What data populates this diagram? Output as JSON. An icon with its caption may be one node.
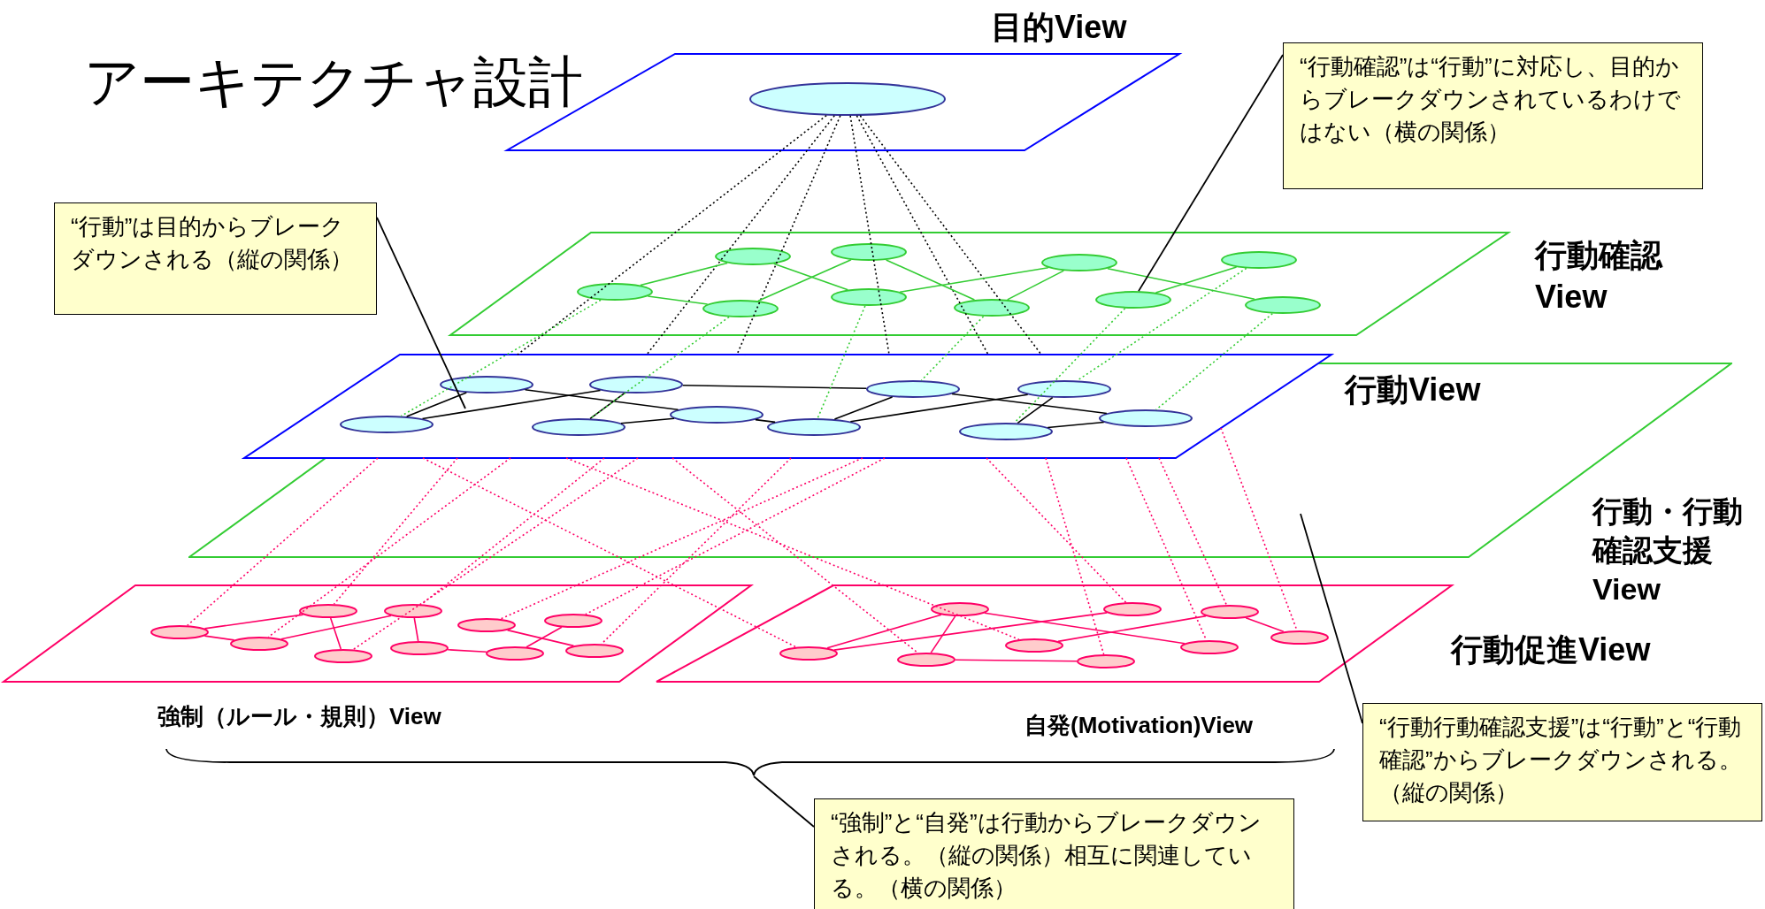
{
  "diagram": {
    "title": "アーキテクチャ設計",
    "nodes": [
      {
        "text": [
          "目的View"
        ]
      },
      {
        "text": [],
        "shape": "ellipse",
        "in": 0
      },
      {
        "text": [
          "行動確認View"
        ]
      },
      {
        "text": [],
        "shape": "ellipse",
        "in": 2
      },
      {
        "text": [],
        "shape": "ellipse",
        "in": 2
      },
      {
        "text": [],
        "shape": "ellipse",
        "in": 2
      },
      {
        "text": [],
        "shape": "ellipse",
        "in": 2
      },
      {
        "text": [],
        "shape": "ellipse",
        "in": 2
      },
      {
        "text": [],
        "shape": "ellipse",
        "in": 2
      },
      {
        "text": [],
        "shape": "ellipse",
        "in": 2
      },
      {
        "text": [],
        "shape": "ellipse",
        "in": 2
      },
      {
        "text": [],
        "shape": "ellipse",
        "in": 2
      },
      {
        "text": [],
        "shape": "ellipse",
        "in": 2
      },
      {
        "text": [
          "行動View"
        ]
      },
      {
        "text": [],
        "shape": "ellipse",
        "in": 13
      },
      {
        "text": [],
        "shape": "ellipse",
        "in": 13
      },
      {
        "text": [],
        "shape": "ellipse",
        "in": 13
      },
      {
        "text": [],
        "shape": "ellipse",
        "in": 13
      },
      {
        "text": [],
        "shape": "ellipse",
        "in": 13
      },
      {
        "text": [],
        "shape": "ellipse",
        "in": 13
      },
      {
        "text": [],
        "shape": "ellipse",
        "in": 13
      },
      {
        "text": [],
        "shape": "ellipse",
        "in": 13
      },
      {
        "text": [],
        "shape": "ellipse",
        "in": 13
      },
      {
        "text": [],
        "shape": "ellipse",
        "in": 13
      },
      {
        "text": [
          "強制（ルール・規則）View"
        ]
      },
      {
        "text": [],
        "shape": "ellipse",
        "in": 24
      },
      {
        "text": [],
        "shape": "ellipse",
        "in": 24
      },
      {
        "text": [],
        "shape": "ellipse",
        "in": 24
      },
      {
        "text": [],
        "shape": "ellipse",
        "in": 24
      },
      {
        "text": [],
        "shape": "ellipse",
        "in": 24
      },
      {
        "text": [],
        "shape": "ellipse",
        "in": 24
      },
      {
        "text": [],
        "shape": "ellipse",
        "in": 24
      },
      {
        "text": [],
        "shape": "ellipse",
        "in": 24
      },
      {
        "text": [],
        "shape": "ellipse",
        "in": 24
      },
      {
        "text": [],
        "shape": "ellipse",
        "in": 24
      },
      {
        "text": [
          "自発(Motivation)View"
        ]
      },
      {
        "text": [],
        "shape": "ellipse",
        "in": 35
      },
      {
        "text": [],
        "shape": "ellipse",
        "in": 35
      },
      {
        "text": [],
        "shape": "ellipse",
        "in": 35
      },
      {
        "text": [],
        "shape": "ellipse",
        "in": 35
      },
      {
        "text": [],
        "shape": "ellipse",
        "in": 35
      },
      {
        "text": [],
        "shape": "ellipse",
        "in": 35
      },
      {
        "text": [],
        "shape": "ellipse",
        "in": 35
      },
      {
        "text": [],
        "shape": "ellipse",
        "in": 35
      },
      {
        "text": [],
        "shape": "ellipse",
        "in": 35
      },
      {
        "text": [
          "“行動”は目的からブレークダウンされる（縦の関係）"
        ]
      },
      {
        "text": [
          "“行動確認”は“行動”に対応し、目的からブレークダウンされているわけではない（横の関係）"
        ]
      },
      {
        "text": [
          "“行動行動確認支援”は“行動”と“行動確認”からブレークダウンされる。（縦の関係）"
        ]
      },
      {
        "text": [
          "“強制”と“自発”は行動からブレークダウンされる。（縦の関係）相互に関連している。（横の関係）"
        ]
      },
      {
        "text": [],
        "shape": "brace"
      }
    ],
    "edges": [
      {
        "from": 1,
        "to": 13,
        "arrow": "none",
        "style": "dashed",
        "color": "#000000"
      },
      {
        "from": 1,
        "to": 13,
        "arrow": "none",
        "style": "dashed",
        "color": "#000000"
      },
      {
        "from": 1,
        "to": 13,
        "arrow": "none",
        "style": "dashed",
        "color": "#000000"
      },
      {
        "from": 1,
        "to": 13,
        "arrow": "none",
        "style": "dashed",
        "color": "#000000"
      },
      {
        "from": 1,
        "to": 13,
        "arrow": "none",
        "style": "dashed",
        "color": "#000000"
      },
      {
        "from": 1,
        "to": 13,
        "arrow": "none",
        "style": "dashed",
        "color": "#000000"
      },
      {
        "from": 3,
        "to": 4,
        "arrow": "none",
        "color": "#33cc33"
      },
      {
        "from": 3,
        "to": 5,
        "arrow": "none",
        "color": "#33cc33"
      },
      {
        "from": 5,
        "to": 6,
        "arrow": "none",
        "color": "#33cc33"
      },
      {
        "from": 4,
        "to": 7,
        "arrow": "none",
        "color": "#33cc33"
      },
      {
        "from": 6,
        "to": 8,
        "arrow": "none",
        "color": "#33cc33"
      },
      {
        "from": 7,
        "to": 9,
        "arrow": "none",
        "color": "#33cc33"
      },
      {
        "from": 8,
        "to": 9,
        "arrow": "none",
        "color": "#33cc33"
      },
      {
        "from": 9,
        "to": 12,
        "arrow": "none",
        "color": "#33cc33"
      },
      {
        "from": 10,
        "to": 11,
        "arrow": "none",
        "color": "#33cc33"
      },
      {
        "from": 14,
        "to": 15,
        "arrow": "none",
        "color": "#000000"
      },
      {
        "from": 14,
        "to": 17,
        "arrow": "none",
        "color": "#000000"
      },
      {
        "from": 15,
        "to": 18,
        "arrow": "none",
        "color": "#000000"
      },
      {
        "from": 16,
        "to": 17,
        "arrow": "none",
        "color": "#000000"
      },
      {
        "from": 16,
        "to": 18,
        "arrow": "none",
        "color": "#000000"
      },
      {
        "from": 18,
        "to": 19,
        "arrow": "none",
        "color": "#000000"
      },
      {
        "from": 17,
        "to": 20,
        "arrow": "none",
        "color": "#000000"
      },
      {
        "from": 19,
        "to": 20,
        "arrow": "none",
        "color": "#000000"
      },
      {
        "from": 20,
        "to": 23,
        "arrow": "none",
        "color": "#000000"
      },
      {
        "from": 19,
        "to": 22,
        "arrow": "none",
        "color": "#000000"
      },
      {
        "from": 21,
        "to": 22,
        "arrow": "none",
        "color": "#000000"
      },
      {
        "from": 21,
        "to": 23,
        "arrow": "none",
        "color": "#000000"
      },
      {
        "from": 25,
        "to": 26,
        "arrow": "none"
      },
      {
        "from": 25,
        "to": 28,
        "arrow": "none"
      },
      {
        "from": 28,
        "to": 27,
        "arrow": "none"
      },
      {
        "from": 26,
        "to": 29,
        "arrow": "none"
      },
      {
        "from": 27,
        "to": 30,
        "arrow": "none"
      },
      {
        "from": 30,
        "to": 33,
        "arrow": "none"
      },
      {
        "from": 31,
        "to": 34,
        "arrow": "none"
      },
      {
        "from": 32,
        "to": 33,
        "arrow": "none"
      },
      {
        "from": 36,
        "to": 37,
        "arrow": "none"
      },
      {
        "from": 36,
        "to": 40,
        "arrow": "none"
      },
      {
        "from": 37,
        "to": 38,
        "arrow": "none"
      },
      {
        "from": 37,
        "to": 43,
        "arrow": "none"
      },
      {
        "from": 38,
        "to": 41,
        "arrow": "none"
      },
      {
        "from": 39,
        "to": 42,
        "arrow": "none"
      },
      {
        "from": 42,
        "to": 44,
        "arrow": "none"
      },
      {
        "from": 3,
        "to": 14,
        "arrow": "none",
        "style": "dashed",
        "color": "#33cc33"
      },
      {
        "from": 5,
        "to": 16,
        "arrow": "none",
        "style": "dashed",
        "color": "#33cc33"
      },
      {
        "from": 7,
        "to": 19,
        "arrow": "none",
        "style": "dashed",
        "color": "#33cc33"
      },
      {
        "from": 8,
        "to": 20,
        "arrow": "none",
        "style": "dashed",
        "color": "#33cc33"
      },
      {
        "from": 10,
        "to": 21,
        "arrow": "none",
        "style": "dashed",
        "color": "#33cc33"
      },
      {
        "from": 11,
        "to": 22,
        "arrow": "none",
        "style": "dashed",
        "color": "#33cc33"
      },
      {
        "from": 12,
        "to": 23,
        "arrow": "none",
        "style": "dashed",
        "color": "#33cc33"
      },
      {
        "from": 13,
        "to": 25,
        "arrow": "none",
        "style": "dashed"
      },
      {
        "from": 13,
        "to": 36,
        "arrow": "none",
        "style": "dashed"
      },
      {
        "from": 13,
        "to": 26,
        "arrow": "none",
        "style": "dashed"
      },
      {
        "from": 13,
        "to": 28,
        "arrow": "none",
        "style": "dashed"
      },
      {
        "from": 13,
        "to": 39,
        "arrow": "none",
        "style": "dashed"
      },
      {
        "from": 13,
        "to": 27,
        "arrow": "none",
        "style": "dashed"
      },
      {
        "from": 13,
        "to": 29,
        "arrow": "none",
        "style": "dashed"
      },
      {
        "from": 13,
        "to": 38,
        "arrow": "none",
        "style": "dashed"
      },
      {
        "from": 13,
        "to": 34,
        "arrow": "none",
        "style": "dashed"
      },
      {
        "from": 13,
        "to": 31,
        "arrow": "none",
        "style": "dashed"
      },
      {
        "from": 13,
        "to": 32,
        "arrow": "none",
        "style": "dashed"
      },
      {
        "from": 13,
        "to": 40,
        "arrow": "none",
        "style": "dashed"
      },
      {
        "from": 13,
        "to": 41,
        "arrow": "none",
        "style": "dashed"
      },
      {
        "from": 13,
        "to": 43,
        "arrow": "none",
        "style": "dashed"
      },
      {
        "from": 13,
        "to": 42,
        "arrow": "none",
        "style": "dashed"
      },
      {
        "from": 13,
        "to": 44,
        "arrow": "none",
        "style": "dashed"
      },
      {
        "from": 45,
        "to": 13,
        "arrow": "none",
        "color": "#000000"
      },
      {
        "from": 46,
        "to": 10,
        "arrow": "none",
        "color": "#000000"
      },
      {
        "from": 47,
        "to": null,
        "arrow": "none",
        "color": "#000000"
      },
      {
        "from": 48,
        "to": 49,
        "arrow": "none",
        "color": "#000000"
      }
    ],
    "labels": [
      "行動・行動確認支援View",
      "行動促進View"
    ]
  }
}
